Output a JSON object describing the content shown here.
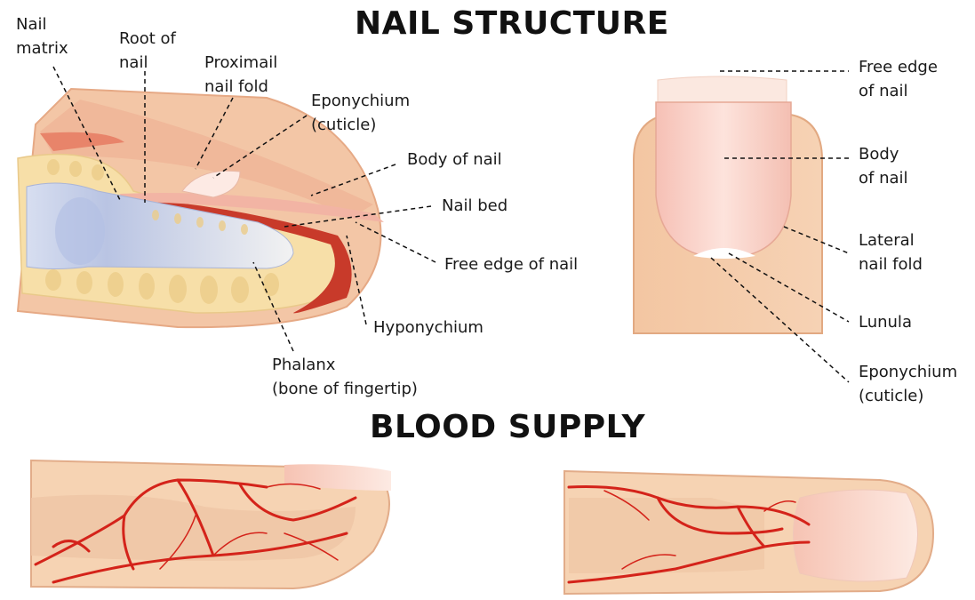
{
  "titles": {
    "nail_structure": "NAIL STRUCTURE",
    "blood_supply": "BLOOD SUPPLY"
  },
  "side_view_labels": {
    "nail_matrix": [
      "Nail",
      "matrix"
    ],
    "root_of_nail": [
      "Root of",
      "nail"
    ],
    "proximal_nail_fold": [
      "Proximail",
      "nail fold"
    ],
    "eponychium": [
      "Eponychium",
      "(cuticle)"
    ],
    "body_of_nail": "Body of nail",
    "nail_bed": "Nail bed",
    "free_edge_of_nail": "Free edge of nail",
    "hyponychium": "Hyponychium",
    "phalanx": [
      "Phalanx",
      "(bone of fingertip)"
    ]
  },
  "top_view_labels": {
    "free_edge": [
      "Free edge",
      "of nail"
    ],
    "body": [
      "Body",
      "of nail"
    ],
    "lateral_nail_fold": [
      "Lateral",
      "nail fold"
    ],
    "lunula": "Lunula",
    "eponychium": [
      "Eponychium",
      "(cuticle)"
    ]
  },
  "colors": {
    "skin": "#f3c9a6",
    "skin_dark": "#e8ae86",
    "nail": "#f8c9c2",
    "nail_bed": "#c0392b",
    "bone": "#dfe3ef",
    "fat": "#f6dfa8",
    "vessel": "#d4231a"
  }
}
